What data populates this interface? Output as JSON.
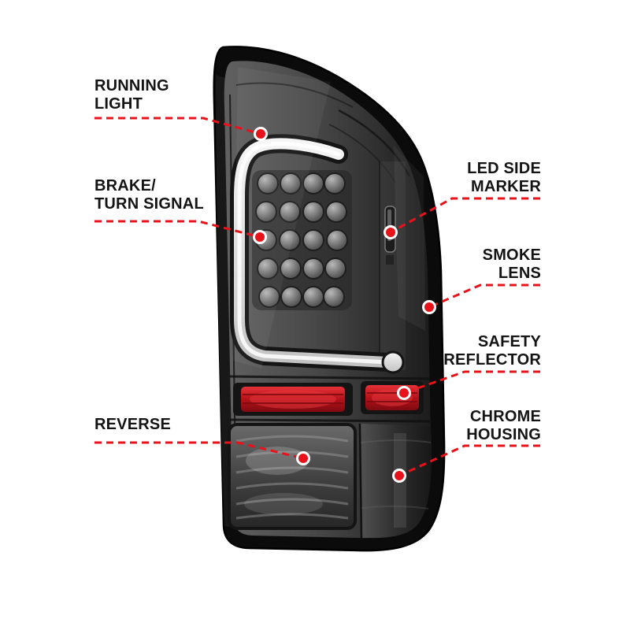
{
  "diagram": {
    "type": "annotated-product-image",
    "subject": "LED truck tail light with labeled features"
  },
  "callouts": [
    {
      "id": "running-light",
      "label": "RUNNING\nLIGHT",
      "side": "left"
    },
    {
      "id": "brake-turn-signal",
      "label": "BRAKE/\nTURN SIGNAL",
      "side": "left"
    },
    {
      "id": "reverse",
      "label": "REVERSE",
      "side": "left"
    },
    {
      "id": "led-side-marker",
      "label": "LED SIDE\nMARKER",
      "side": "right"
    },
    {
      "id": "smoke-lens",
      "label": "SMOKE\nLENS",
      "side": "right"
    },
    {
      "id": "safety-reflector",
      "label": "SAFETY\nREFLECTOR",
      "side": "right"
    },
    {
      "id": "chrome-housing",
      "label": "CHROME\nHOUSING",
      "side": "right"
    }
  ],
  "colors": {
    "background": "#ffffff",
    "label_text": "#141414",
    "callout_line": "#e8121a",
    "callout_dot": "#e8121a",
    "callout_dot_ring": "#ffffff",
    "housing_black": "#0b0b0b",
    "lens_smoke": "#474747",
    "light_bar": "#e8e8e8",
    "reflector_red": "#b5121a",
    "chrome": "#2e2e2e"
  }
}
